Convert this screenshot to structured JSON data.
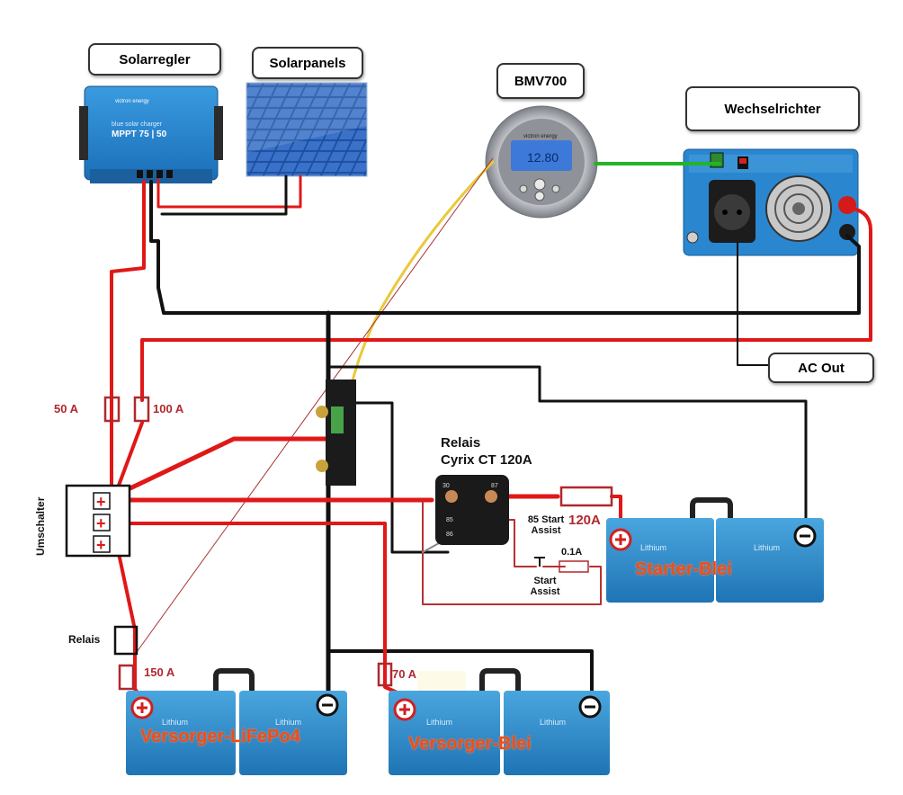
{
  "labels": {
    "solarregler": "Solarregler",
    "solarpanels": "Solarpanels",
    "bmv": "BMV700",
    "wechselrichter": "Wechselrichter",
    "ac_out": "AC Out",
    "umschalter": "Umschalter",
    "relais_small": "Relais",
    "relais_title": "Relais",
    "relais_model": "Cyrix CT 120A",
    "start_assist_85": "85 Start\nAssist",
    "start_assist_btn": "Start\nAssist"
  },
  "fuses": {
    "f50": "50 A",
    "f100": "100 A",
    "f150": "150 A",
    "f70": "70 A",
    "f120": "120A",
    "f01": "0.1A"
  },
  "batteries": {
    "starter": "Starter-Blei",
    "lifepo4": "Versorger-LiFePo4",
    "blei": "Versorger-Blei",
    "cell_brand": "Lithium"
  },
  "device_text": {
    "mppt_brand": "victron energy",
    "mppt_line": "blue solar charger",
    "mppt_model": "MPPT 75 | 50",
    "bmv_reading": "12.80",
    "bmv_brand": "victron energy",
    "relay_pins": [
      "30",
      "87",
      "85",
      "86"
    ]
  },
  "switch": {
    "symbols": [
      "+",
      "+",
      "+"
    ]
  },
  "colors": {
    "wire_red": "#e01818",
    "wire_black": "#111111",
    "wire_green": "#22b524",
    "wire_yellow": "#e9c93a",
    "wire_thin_red": "#a83232",
    "battery_blue": "#2f8fcf",
    "label_orange": "#e8501c",
    "fuse_label": "#b0282e"
  }
}
